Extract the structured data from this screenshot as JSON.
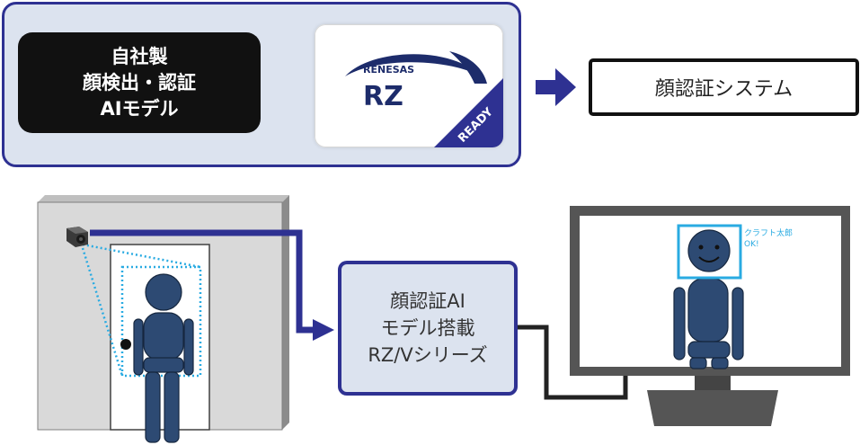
{
  "top": {
    "model_lines": [
      "自社製",
      "顔検出・認証",
      "AIモデル"
    ],
    "badge": {
      "brand": "RENESAS",
      "product": "RZ",
      "ribbon": "READY"
    },
    "result": "顔認証システム"
  },
  "bottom": {
    "soc_lines": [
      "顔認証AI",
      "モデル搭載",
      "RZ/Vシリーズ"
    ],
    "monitor": {
      "name": "クラフト太郎",
      "status": "OK!"
    }
  },
  "colors": {
    "navy": "#2e3192",
    "figure": "#2d4a73",
    "panel": "#dce3ef",
    "detect": "#29abe2"
  }
}
